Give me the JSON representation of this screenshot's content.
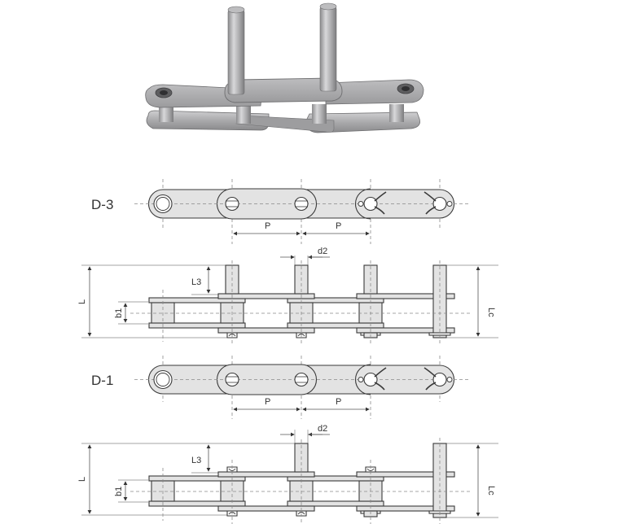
{
  "photo": {
    "alt": "Stainless steel conveyor chain with extended pins",
    "colors": {
      "steel_light": "#c9c9cb",
      "steel_mid": "#a6a6a8",
      "steel_dark": "#77777a"
    }
  },
  "diagrams": [
    {
      "variant_label": "D-3",
      "top_view": {
        "pitch_labels": [
          "P",
          "P"
        ]
      },
      "side_view": {
        "labels": {
          "overall_length": "L",
          "pin_extension": "L3",
          "inner_width": "b1",
          "pin_diameter": "d2",
          "connecting_length": "Lc"
        }
      }
    },
    {
      "variant_label": "D-1",
      "top_view": {
        "pitch_labels": [
          "P",
          "P"
        ]
      },
      "side_view": {
        "labels": {
          "overall_length": "L",
          "pin_extension": "L3",
          "inner_width": "b1",
          "pin_diameter": "d2",
          "connecting_length": "Lc"
        }
      }
    }
  ],
  "colors": {
    "fill": "#e3e3e3",
    "line": "#3a3a3a",
    "centerline": "#8a8a8a",
    "text": "#333333"
  }
}
